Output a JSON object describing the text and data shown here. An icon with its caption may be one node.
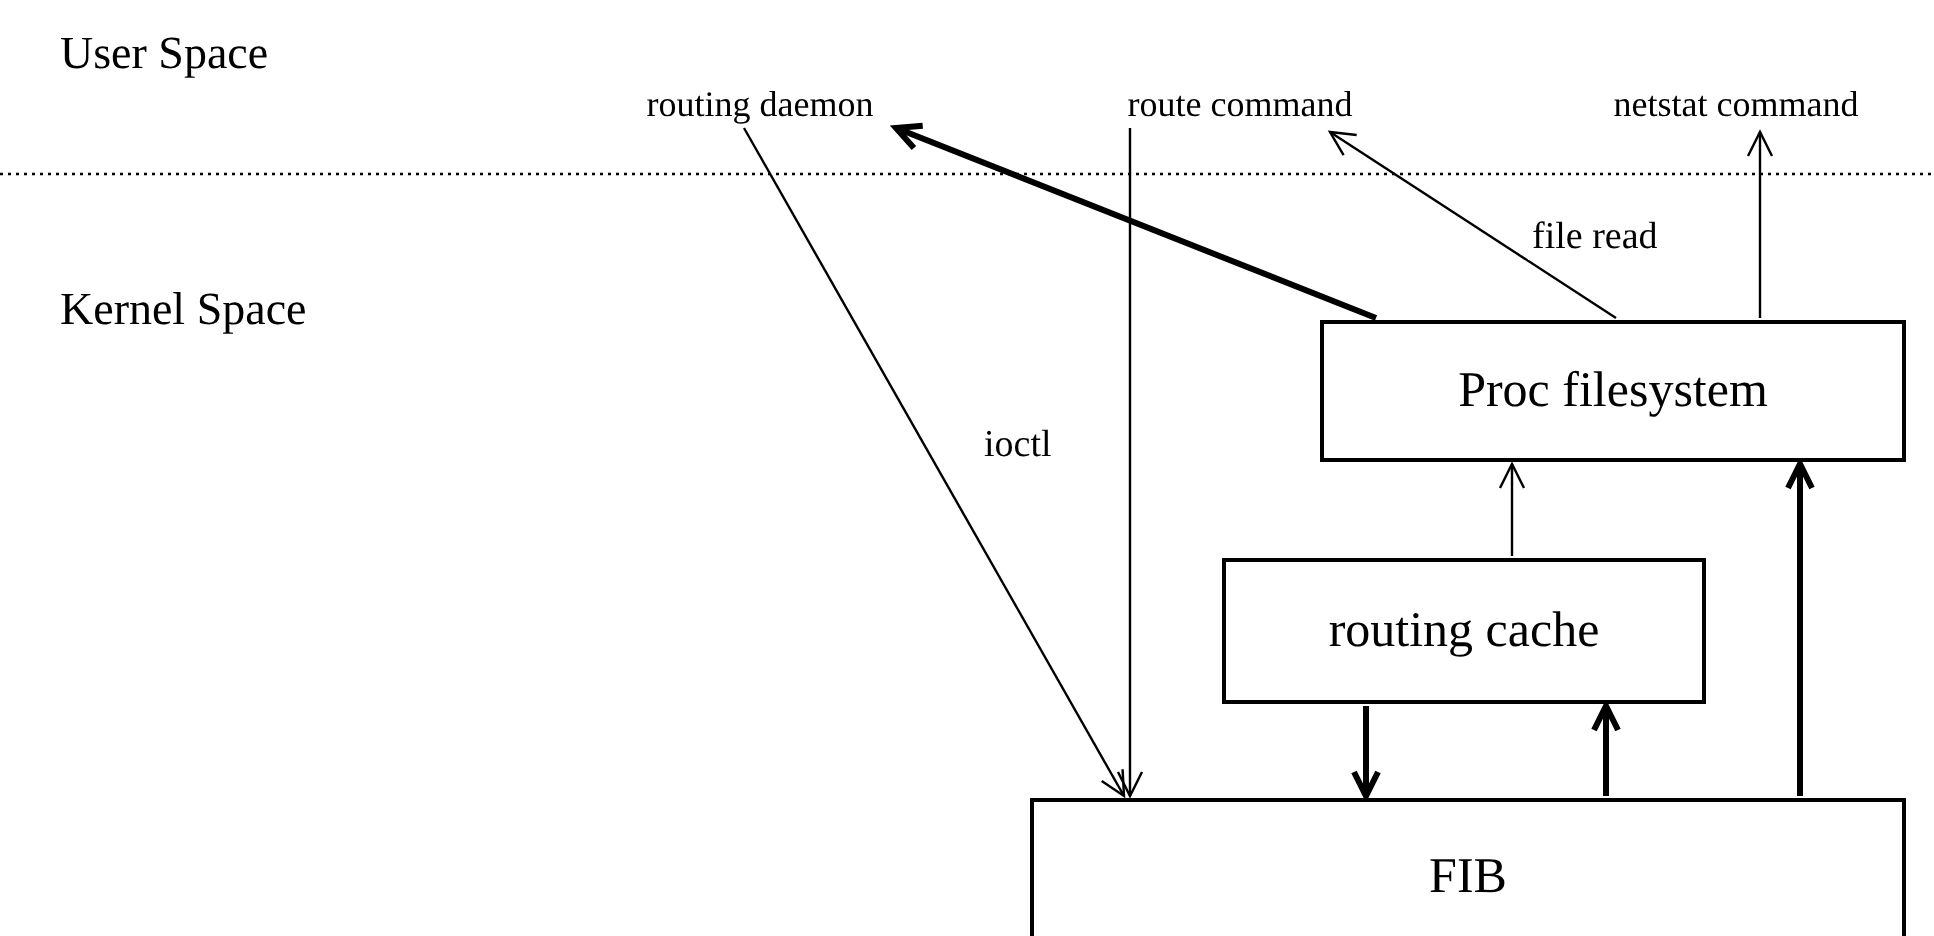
{
  "diagram": {
    "nodes": [
      {
        "text": [
          "routing daemon"
        ]
      },
      {
        "text": [
          "route command"
        ]
      },
      {
        "text": [
          "netstat command"
        ]
      },
      {
        "text": [
          "Proc filesystem"
        ]
      },
      {
        "text": [
          "routing cache"
        ]
      },
      {
        "text": [
          "FIB"
        ]
      }
    ],
    "edges": [
      {
        "from": 0,
        "to": 5,
        "arrow": "to"
      },
      {
        "from": 1,
        "to": 5,
        "arrow": "to",
        "label": "ioctl"
      },
      {
        "from": 3,
        "to": 0,
        "arrow": "to",
        "style": "thick"
      },
      {
        "from": 3,
        "to": 1,
        "arrow": "to",
        "label": "file read"
      },
      {
        "from": 3,
        "to": 2,
        "arrow": "to"
      },
      {
        "from": 4,
        "to": 3,
        "arrow": "to"
      },
      {
        "from": 5,
        "to": 3,
        "arrow": "to",
        "style": "thick"
      },
      {
        "from": 4,
        "to": 5,
        "arrow": "to",
        "style": "thick"
      },
      {
        "from": 5,
        "to": 4,
        "arrow": "to",
        "style": "thick"
      }
    ],
    "labels": [
      "User Space",
      "Kernel Space"
    ]
  }
}
